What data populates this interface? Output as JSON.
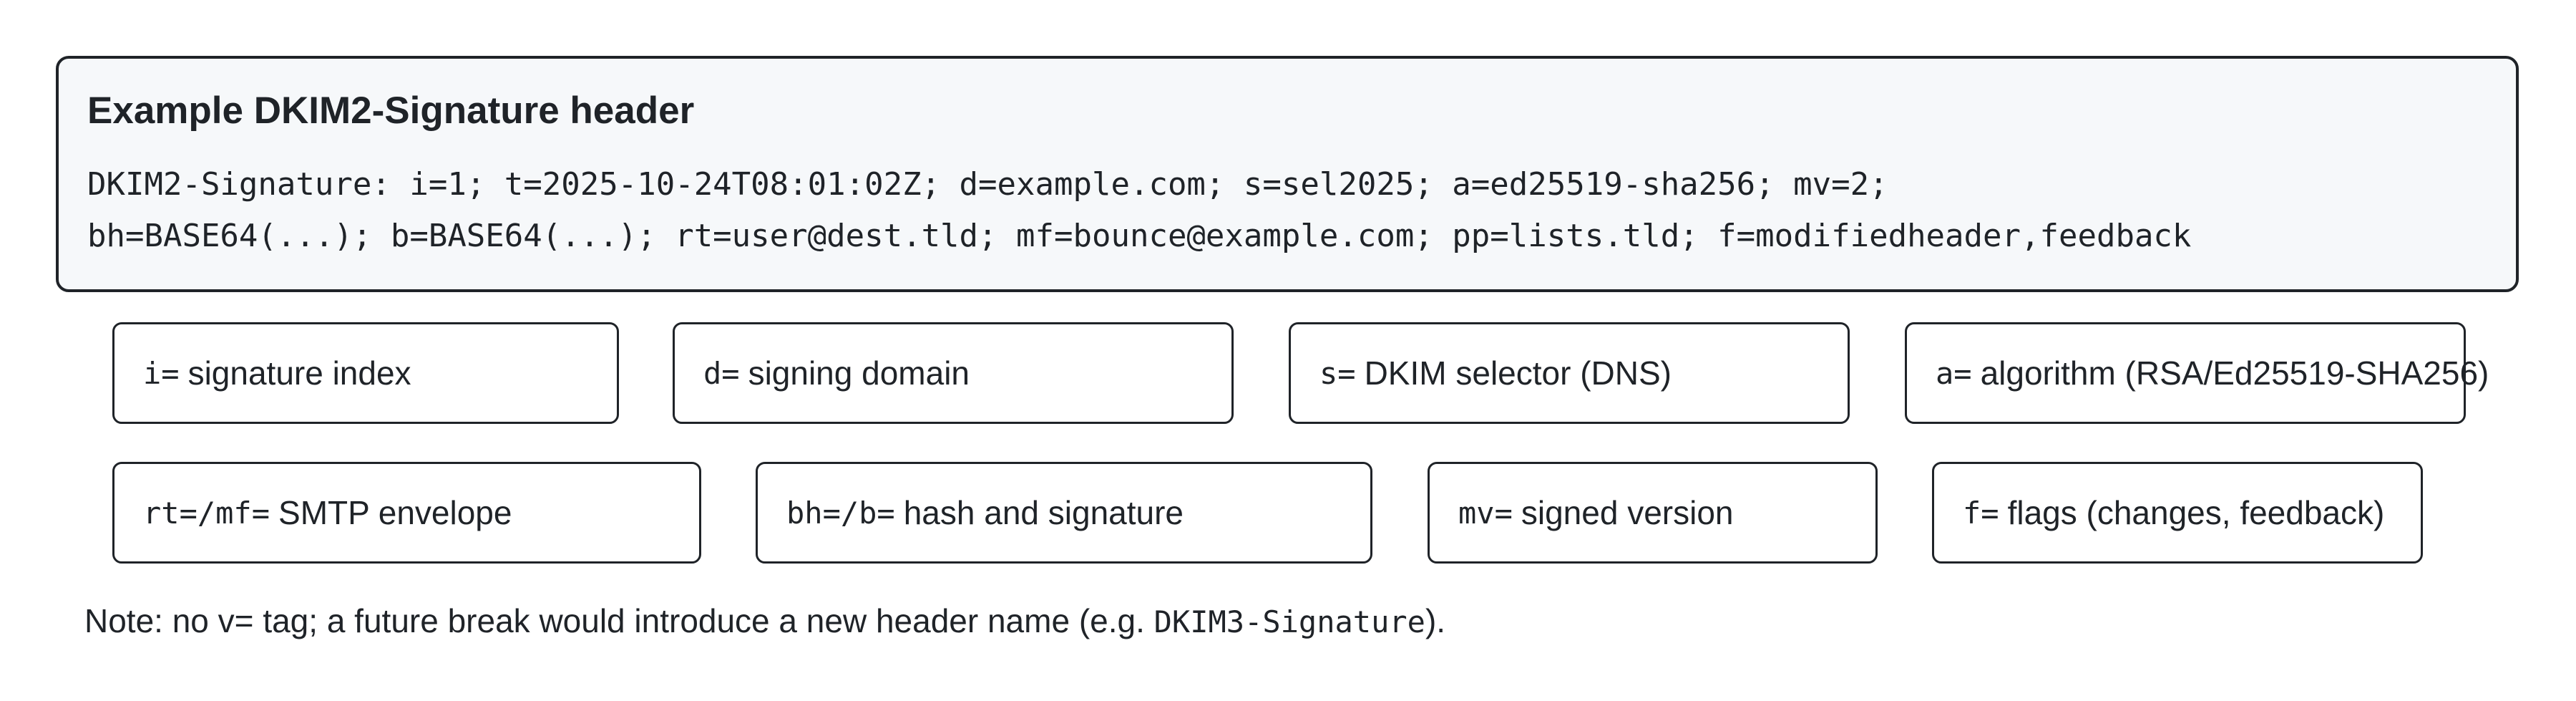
{
  "panel": {
    "title": "Example DKIM2-Signature header",
    "line1": "DKIM2-Signature: i=1; t=2025-10-24T08:01:02Z; d=example.com; s=sel2025; a=ed25519-sha256; mv=2;",
    "line2": "bh=BASE64(...); b=BASE64(...); rt=user@dest.tld; mf=bounce@example.com; pp=lists.tld; f=modifiedheader,feedback"
  },
  "tags_row1": [
    {
      "code": "i=",
      "desc": "signature index"
    },
    {
      "code": "d=",
      "desc": "signing domain"
    },
    {
      "code": "s=",
      "desc": "DKIM selector (DNS)"
    },
    {
      "code": "a=",
      "desc": "algorithm (RSA/Ed25519-SHA256)"
    }
  ],
  "tags_row2": [
    {
      "code": "rt=/mf=",
      "desc": "SMTP envelope"
    },
    {
      "code": "bh=/b=",
      "desc": "hash and signature"
    },
    {
      "code": "mv=",
      "desc": "signed version"
    },
    {
      "code": "f=",
      "desc": "flags (changes, feedback)"
    }
  ],
  "note": {
    "prefix": "Note: no v= tag; a future break would introduce a new header name (e.g. ",
    "code": "DKIM3-Signature",
    "suffix": ")."
  }
}
